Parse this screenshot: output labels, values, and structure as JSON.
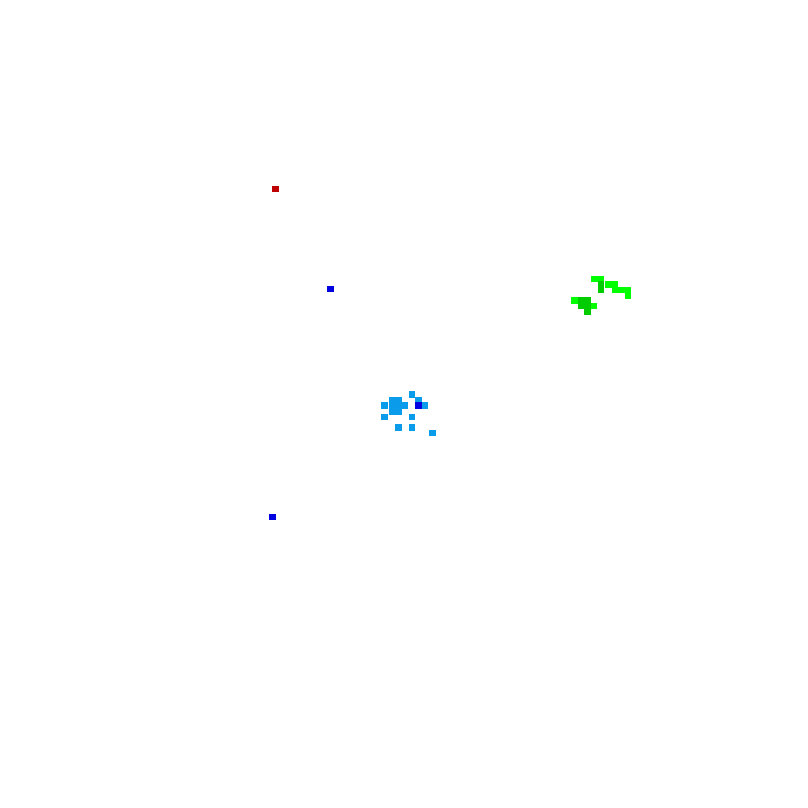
{
  "background": "#ffffff",
  "clusters": [
    {
      "name": "red",
      "color": "#c00000"
    },
    {
      "name": "blue",
      "color": "#0000e0"
    },
    {
      "name": "sky",
      "color": "#0a9bea"
    },
    {
      "name": "green",
      "color": "#00ff00"
    },
    {
      "name": "dark-green",
      "color": "#00cc00"
    }
  ]
}
